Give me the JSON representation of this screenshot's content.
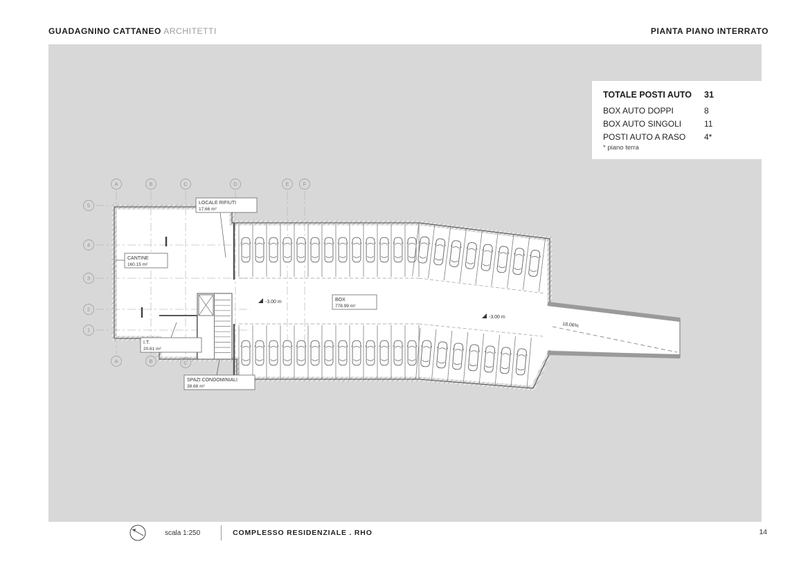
{
  "header": {
    "firm": "GUADAGNINO CATTANEO",
    "firm_suffix": "ARCHITETTI",
    "sheet_title": "PIANTA PIANO INTERRATO"
  },
  "legend": {
    "title": "TOTALE POSTI AUTO",
    "total": "31",
    "rows": [
      {
        "label": "BOX AUTO DOPPI",
        "value": "8"
      },
      {
        "label": "BOX AUTO SINGOLI",
        "value": "11"
      },
      {
        "label": "POSTI AUTO A RASO",
        "value": "4*"
      }
    ],
    "footnote": "* piano terra"
  },
  "plan": {
    "grid_letters": [
      "A",
      "B",
      "C",
      "D",
      "E",
      "F"
    ],
    "grid_numbers": [
      "5",
      "4",
      "3",
      "2",
      "1"
    ],
    "rooms": [
      {
        "name": "LOCALE RIFIUTI",
        "area": "17.66 m²"
      },
      {
        "name": "CANTINE",
        "area": "160.15 m²"
      },
      {
        "name": "BOX",
        "area": "778.99 m²"
      },
      {
        "name": "I.T.",
        "area": "20.61 m²"
      },
      {
        "name": "SPAZI CONDOMINIALI",
        "area": "38.68 m²"
      }
    ],
    "level_marker": "-3.00 m",
    "ramp_slope": "18.06%"
  },
  "footer": {
    "scale_label": "scala 1:250",
    "project": "COMPLESSO RESIDENZIALE . RHO",
    "page_number": "14"
  }
}
